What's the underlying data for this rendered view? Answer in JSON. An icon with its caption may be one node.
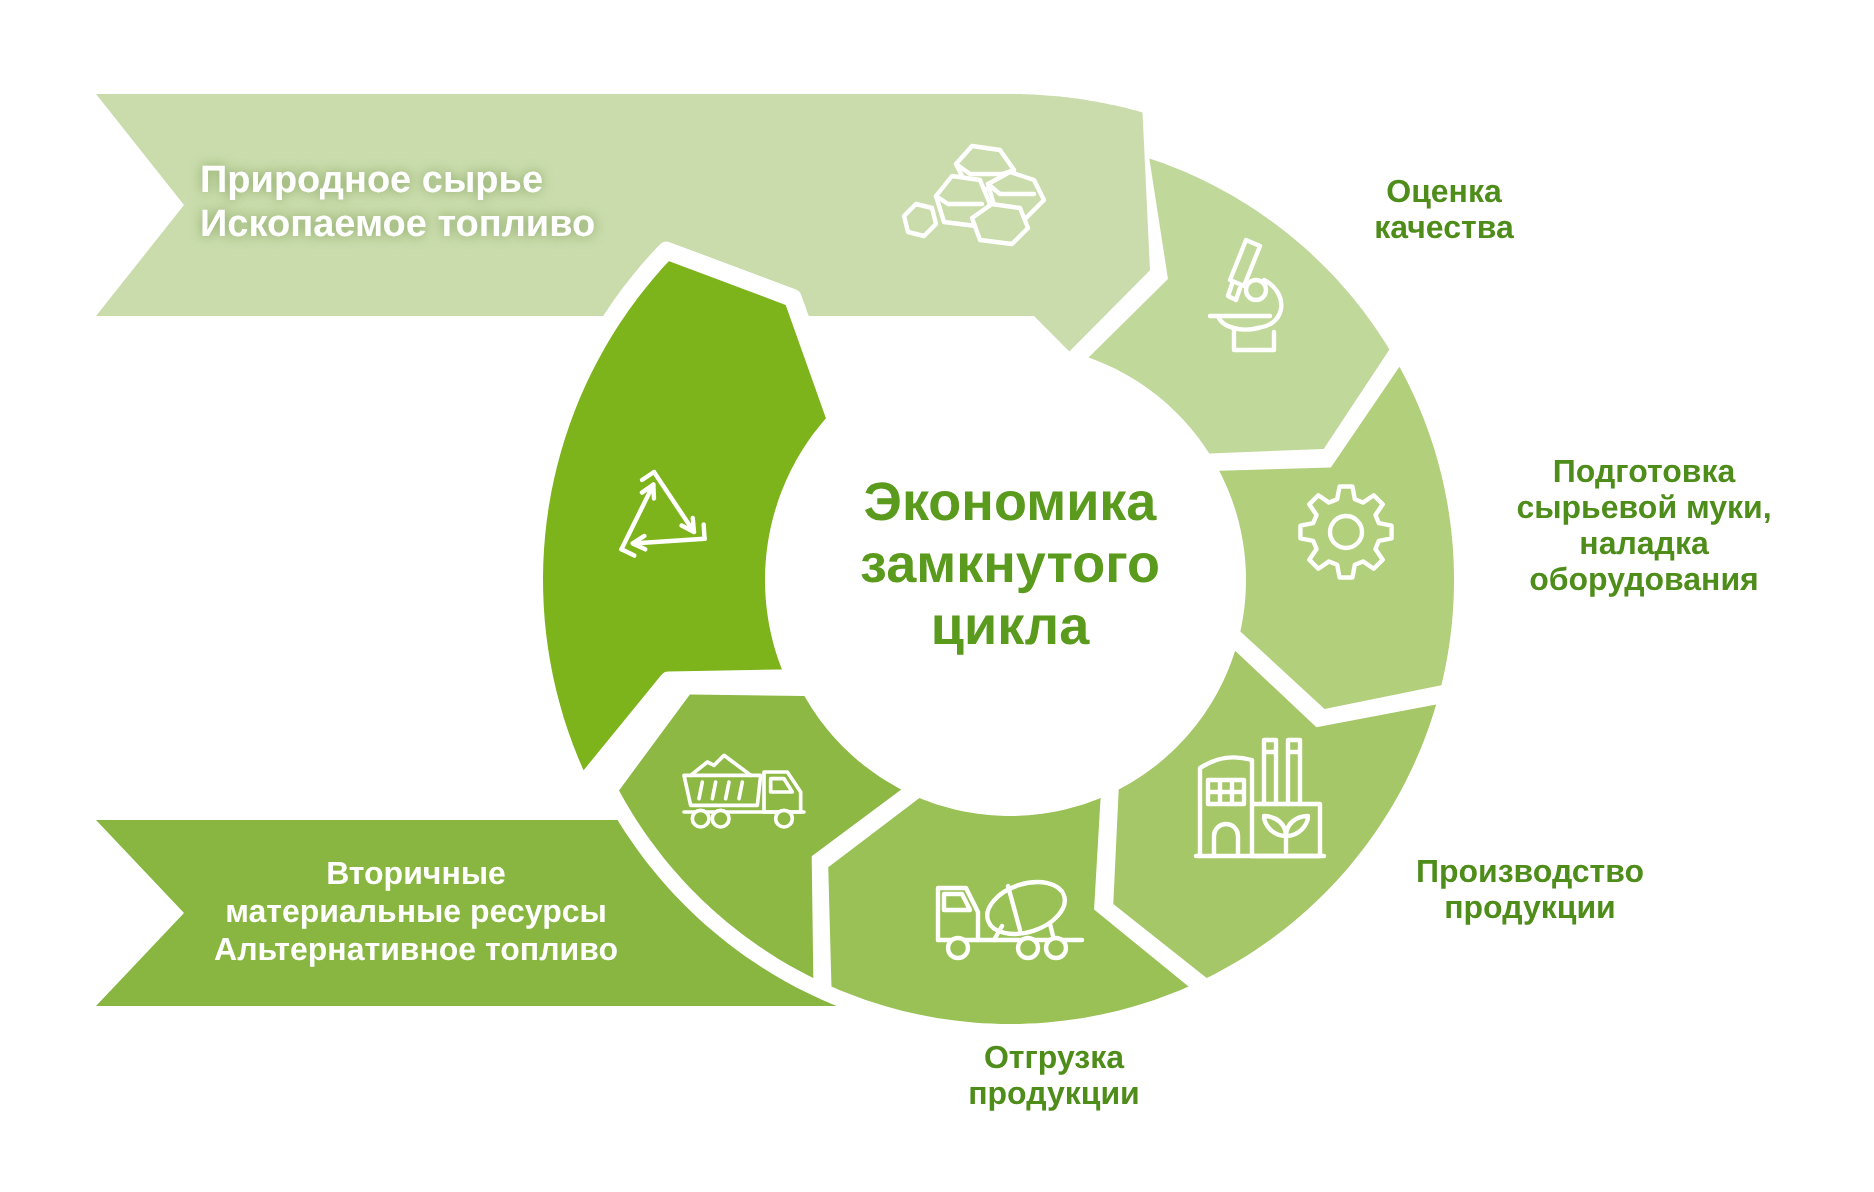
{
  "diagram": {
    "title": "Экономика замкнутого цикла",
    "nodes": [
      {
        "text": [
          "Природное сырье",
          "Ископаемое топливо"
        ]
      },
      {
        "text": [],
        "shape": "chevron",
        "beside": [
          "Оценка качества"
        ]
      },
      {
        "text": [],
        "shape": "chevron",
        "beside": [
          "Подготовка сырьевой муки, наладка оборудования"
        ]
      },
      {
        "text": [],
        "shape": "chevron",
        "beside": [
          "Производство продукции"
        ]
      },
      {
        "text": [],
        "shape": "chevron",
        "beside": [
          "Отгрузка продукции"
        ]
      },
      {
        "text": [],
        "shape": "chevron"
      },
      {
        "text": [
          "Вторичные материальные ресурсы",
          "Альтернативное топливо"
        ]
      },
      {
        "text": [],
        "shape": "chevron"
      }
    ]
  }
}
